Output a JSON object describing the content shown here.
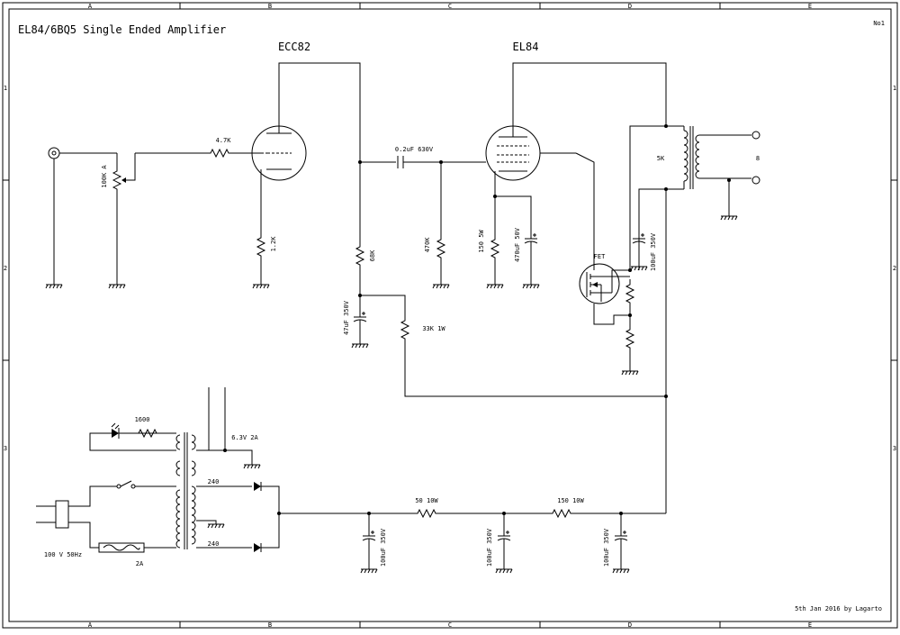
{
  "title": "EL84/6BQ5  Single Ended Amplifier",
  "sheet_number": "No1",
  "footer": "5th Jan 2016 by Lagarto",
  "frame": {
    "columns": [
      "A",
      "B",
      "C",
      "D",
      "E"
    ],
    "rows": [
      "1",
      "2",
      "3"
    ]
  },
  "tubes": {
    "preamp": "ECC82",
    "output": "EL84"
  },
  "labels": {
    "volume_pot": "100K A",
    "grid_resistor": "4.7K",
    "cathode_resistor_v1": "1.2K",
    "plate_resistor_v1": "68K",
    "coupling_cap": "0.2uF 630V",
    "grid_leak_v2": "470K",
    "decouple_cap": "47uF 350V",
    "decouple_resistor": "33K 1W",
    "cathode_resistor_v2": "150 5W",
    "cathode_bypass_v2": "470uF 50V",
    "fet": "FET",
    "fet_cap": "100uF 350V",
    "output_impedance": "5K",
    "speaker_impedance": "8",
    "led_resistor": "1600",
    "heater": "6.3V 2A",
    "hv_secondary_1": "240",
    "hv_secondary_2": "240",
    "mains": "100 V 50Hz",
    "fuse": "2A",
    "filter_r1": "50  10W",
    "filter_r2": "150 10W",
    "filter_cap_1": "100uF 350V",
    "filter_cap_2": "100uF 350V",
    "filter_cap_3": "100uF 350V"
  }
}
